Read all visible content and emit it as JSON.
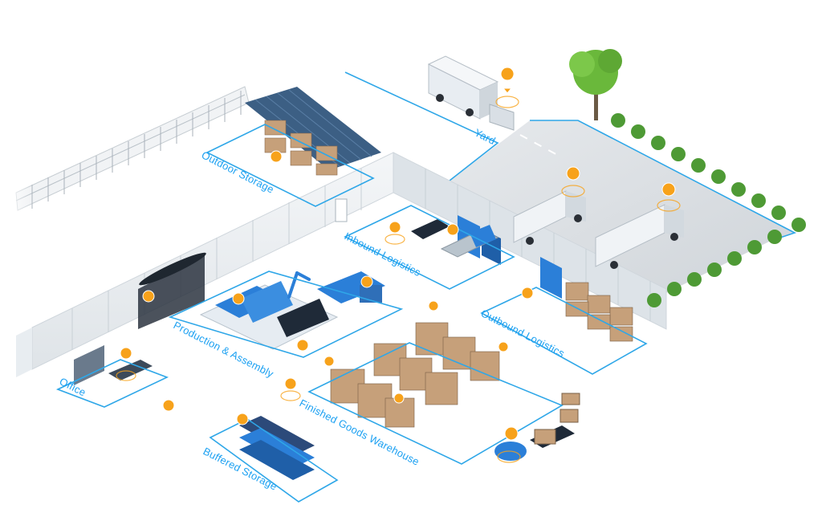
{
  "zones": [
    {
      "id": "yard",
      "label": "Yard"
    },
    {
      "id": "outdoor-storage",
      "label": "Outdoor Storage"
    },
    {
      "id": "inbound-logistics",
      "label": "Inbound Logistics"
    },
    {
      "id": "production-assembly",
      "label": "Production & Assembly"
    },
    {
      "id": "outbound-logistics",
      "label": "Outbound Logistics"
    },
    {
      "id": "office",
      "label": "Office"
    },
    {
      "id": "finished-goods-warehouse",
      "label": "Finished Goods Warehouse"
    },
    {
      "id": "buffered-storage",
      "label": "Buffered Storage"
    }
  ],
  "colors": {
    "zone_outline": "#2fa7e8",
    "label_text": "#1da1f2",
    "tracking_pin": "#f7a21b",
    "machine_blue": "#2b7fd8",
    "wall": "#e9eef2",
    "floor_yard": "#d9dde2",
    "tree": "#6ab83b"
  },
  "icons": [
    "location-pin-icon",
    "truck-icon",
    "tree-icon",
    "shelf-rack-icon",
    "robot-arm-icon",
    "forklift-icon"
  ]
}
